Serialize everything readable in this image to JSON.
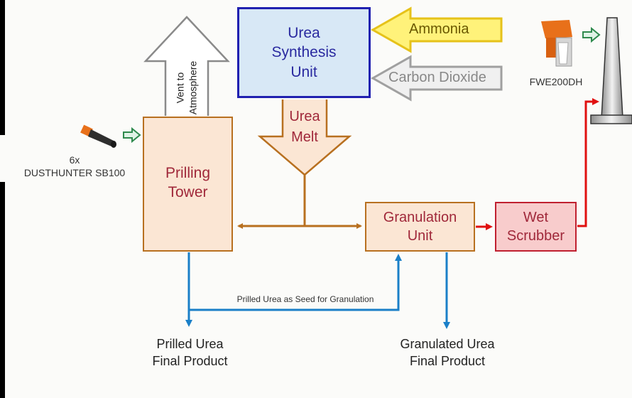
{
  "units": {
    "urea_synthesis": [
      "Urea",
      "Synthesis",
      "Unit"
    ],
    "prilling_tower": [
      "Prilling",
      "Tower"
    ],
    "granulation_unit": [
      "Granulation",
      "Unit"
    ],
    "wet_scrubber": [
      "Wet",
      "Scrubber"
    ]
  },
  "inputs": {
    "ammonia": "Ammonia",
    "carbon_dioxide": "Carbon Dioxide"
  },
  "flows": {
    "urea_melt": [
      "Urea",
      "Melt"
    ],
    "vent": [
      "Vent to",
      "Atmosphere"
    ],
    "seed": "Prilled Urea as Seed for Granulation"
  },
  "products": {
    "prilled": [
      "Prilled Urea",
      "Final Product"
    ],
    "granulated": [
      "Granulated Urea",
      "Final Product"
    ]
  },
  "sensors": {
    "dusthunter": [
      "6x",
      "DUSTHUNTER SB100"
    ],
    "fwe": "FWE200DH"
  },
  "colors": {
    "synthesis_border": "#2020b0",
    "synthesis_fill": "#d8e8f6",
    "process_border": "#b87020",
    "process_fill": "#fbe6d4",
    "scrubber_border": "#c02030",
    "scrubber_fill": "#f8cccc",
    "ammonia_fill": "#fff27a",
    "ammonia_border": "#e6c21a",
    "co2_fill": "#f0f0f0",
    "co2_border": "#a0a0a0",
    "product_line": "#1a7fc8",
    "exhaust_line": "#e01010",
    "sensor_arrow": "#2f8a4e",
    "sensor_body": "#e8701a"
  }
}
